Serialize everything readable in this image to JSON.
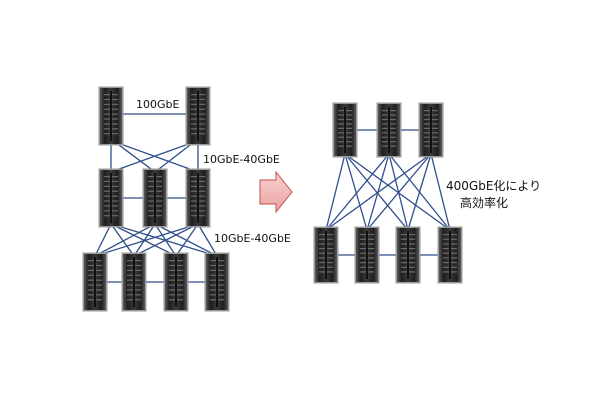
{
  "left_diagram": {
    "labels": {
      "top_link": "100GbE",
      "upper_link": "10GbE-40GbE",
      "lower_link": "10GbE-40GbE"
    }
  },
  "right_diagram": {
    "caption_line1": "400GbE化により",
    "caption_line2": "高効率化"
  },
  "colors": {
    "link": "#2f4e8c",
    "server_body": "#2b2b2b",
    "server_frame": "#9a9a9a",
    "arrow_fill": "#f2b8b8",
    "arrow_stroke": "#c0504d"
  }
}
